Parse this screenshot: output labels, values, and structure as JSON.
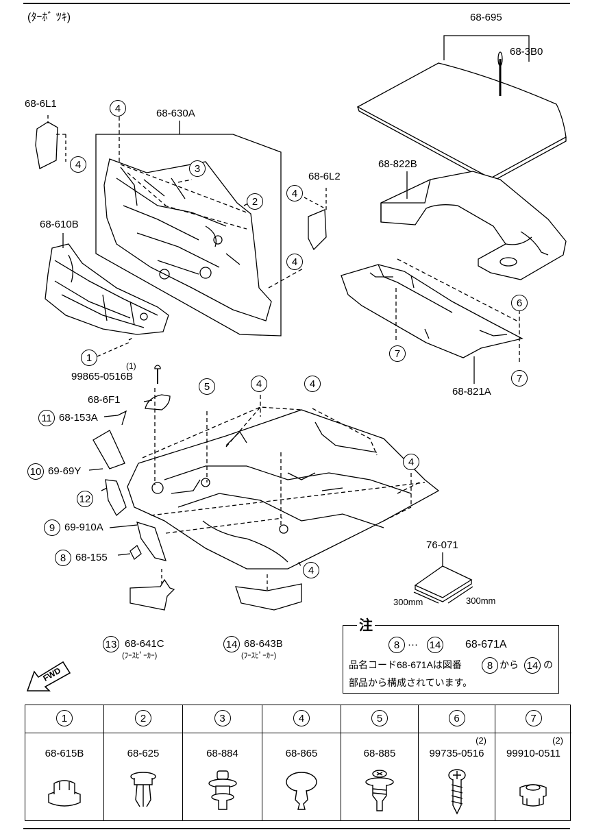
{
  "header": {
    "title": "(ﾀｰﾎﾞ ﾂｷ)"
  },
  "callouts": {
    "c1": "1",
    "c2": "2",
    "c3": "3",
    "c4": "4",
    "c5": "5",
    "c6": "6",
    "c7": "7",
    "c8": "8",
    "c9": "9",
    "c10": "10",
    "c11": "11",
    "c12": "12",
    "c13": "13",
    "c14": "14"
  },
  "parts": {
    "p68_695": "68-695",
    "p68_3B0": "68-3B0",
    "p68_6L1": "68-6L1",
    "p68_630A": "68-630A",
    "p68_6L2": "68-6L2",
    "p68_822B": "68-822B",
    "p68_610B": "68-610B",
    "p68_821A": "68-821A",
    "p99865": "99865-0516B",
    "p99865_qty": "(1)",
    "p68_6F1": "68-6F1",
    "p68_153A": "68-153A",
    "p69_69Y": "69-69Y",
    "p69_910A": "69-910A",
    "p68_155": "68-155",
    "p76_071": "76-071",
    "dim_a": "300mm",
    "dim_b": "300mm",
    "p68_641C": "68-641C",
    "p68_641C_note": "(ﾌｰｽﾋﾟｰｶｰ)",
    "p68_643B": "68-643B",
    "p68_643B_note": "(ﾌｰｽﾋﾟｰｶｰ)",
    "fwd": "FWD"
  },
  "note": {
    "heading": "注",
    "range_sep": "···",
    "range_part": "68-671A",
    "line1_a": "品名コード68-671Aは図番",
    "line1_b": "から",
    "line1_c": "の",
    "line2": "部品から構成されています。"
  },
  "legend": {
    "columns": [
      {
        "num": "1",
        "part": "68-615B",
        "qty": "",
        "icon": "clip-grommet-icon"
      },
      {
        "num": "2",
        "part": "68-625",
        "qty": "",
        "icon": "push-rivet-icon"
      },
      {
        "num": "3",
        "part": "68-884",
        "qty": "",
        "icon": "stud-clip-icon"
      },
      {
        "num": "4",
        "part": "68-865",
        "qty": "",
        "icon": "push-pin-icon"
      },
      {
        "num": "5",
        "part": "68-885",
        "qty": "",
        "icon": "screw-clip-icon"
      },
      {
        "num": "6",
        "part": "99735-0516",
        "qty": "(2)",
        "icon": "tapping-screw-icon"
      },
      {
        "num": "7",
        "part": "99910-0511",
        "qty": "(2)",
        "icon": "nut-grommet-icon"
      }
    ]
  }
}
